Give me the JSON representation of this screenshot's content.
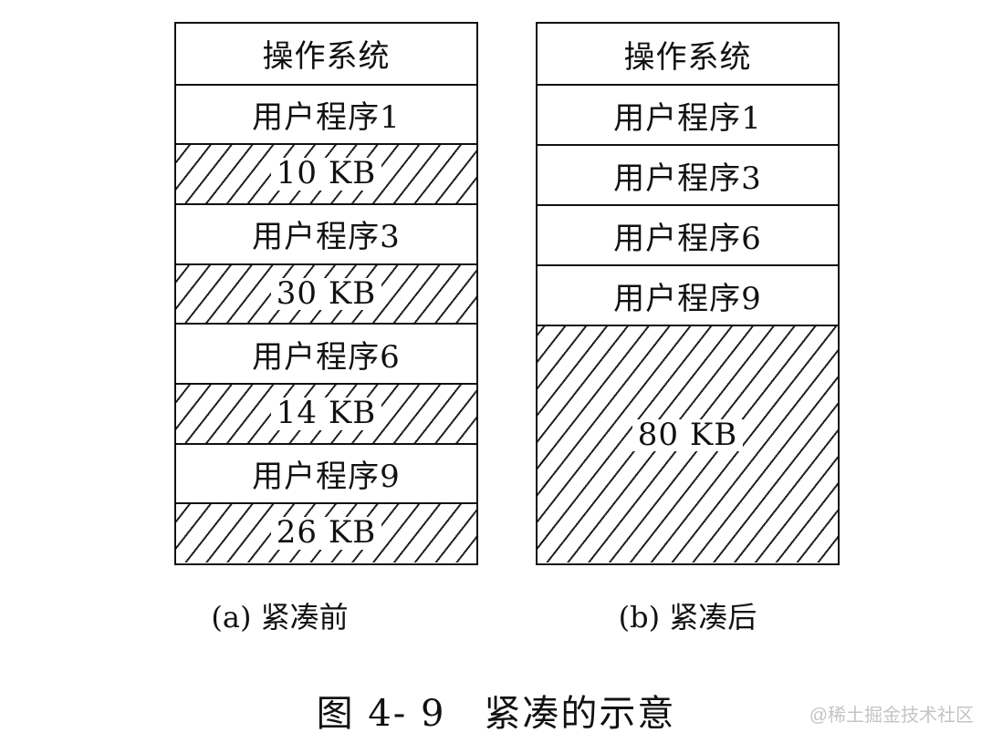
{
  "diagram": {
    "before": {
      "blocks": [
        {
          "label": "操作系统",
          "free": false,
          "size_kb": null
        },
        {
          "label": "用户程序1",
          "free": false,
          "size_kb": null
        },
        {
          "label": "10 KB",
          "free": true,
          "size_kb": 10
        },
        {
          "label": "用户程序3",
          "free": false,
          "size_kb": null
        },
        {
          "label": "30 KB",
          "free": true,
          "size_kb": 30
        },
        {
          "label": "用户程序6",
          "free": false,
          "size_kb": null
        },
        {
          "label": "14 KB",
          "free": true,
          "size_kb": 14
        },
        {
          "label": "用户程序9",
          "free": false,
          "size_kb": null
        },
        {
          "label": "26 KB",
          "free": true,
          "size_kb": 26
        }
      ],
      "caption": "(a) 紧凑前"
    },
    "after": {
      "blocks": [
        {
          "label": "操作系统",
          "free": false,
          "size_kb": null
        },
        {
          "label": "用户程序1",
          "free": false,
          "size_kb": null
        },
        {
          "label": "用户程序3",
          "free": false,
          "size_kb": null
        },
        {
          "label": "用户程序6",
          "free": false,
          "size_kb": null
        },
        {
          "label": "用户程序9",
          "free": false,
          "size_kb": null
        },
        {
          "label": "80 KB",
          "free": true,
          "size_kb": 80
        }
      ],
      "caption": "(b) 紧凑后"
    },
    "figure_title": "图 4- 9　紧凑的示意",
    "watermark": "@稀土掘金技术社区",
    "colors": {
      "line": "#111111",
      "hatch": "#222222",
      "background": "#ffffff",
      "watermark": "#c4c4c4"
    }
  }
}
